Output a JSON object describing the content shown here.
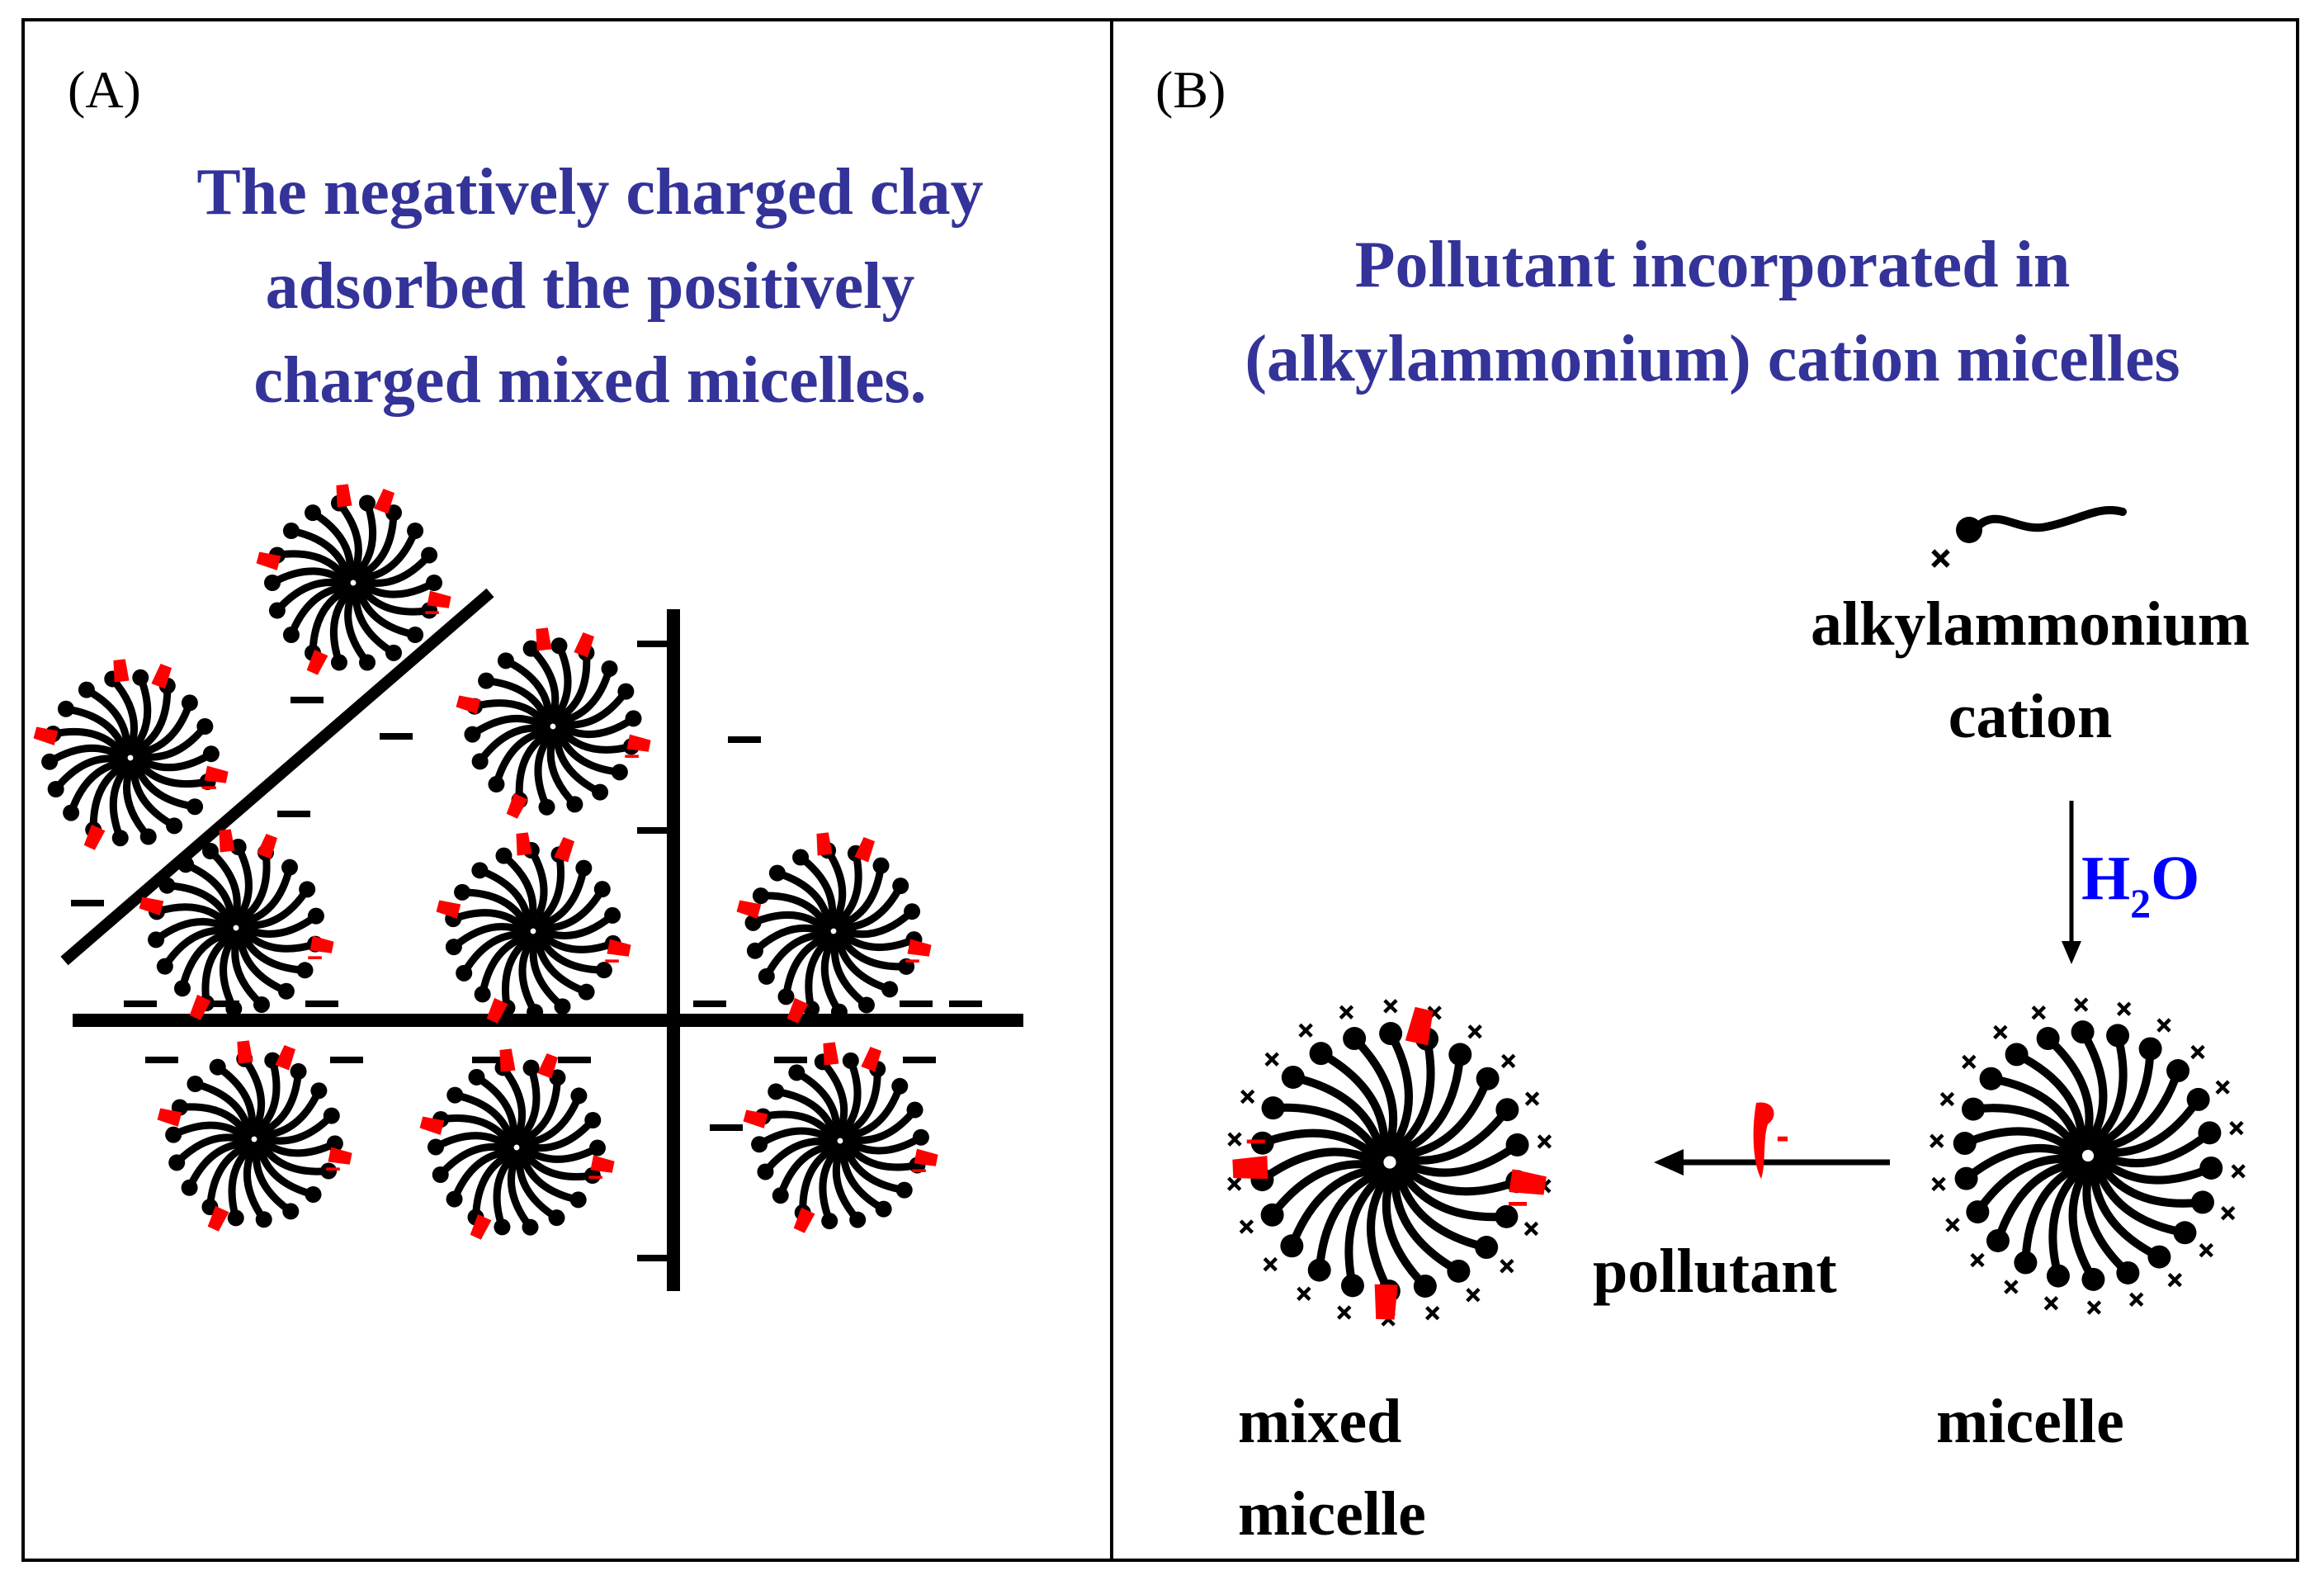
{
  "panel_a": {
    "label": "(A)",
    "title_lines": [
      "The negatively charged clay",
      "adsorbed the positively",
      "charged mixed micelles."
    ],
    "surface_charge": "−"
  },
  "panel_b": {
    "label": "(B)",
    "title_lines": [
      "Pollutant incorporated in",
      "(alkylammonium) cation micelles"
    ],
    "cation_label": [
      "alkylammonium",
      "cation"
    ],
    "water": {
      "main": "H",
      "sub": "2",
      "end": "O"
    },
    "pollutant_label": "pollutant",
    "pollutant_charge": "-",
    "micelle_label": "micelle",
    "mixed_micelle_label": [
      "mixed",
      "micelle"
    ],
    "head_charge": "+"
  },
  "colors": {
    "title": "#333399",
    "water_label": "#0000ff",
    "pollutant": "#ff0000",
    "surfactant": "#000000"
  }
}
